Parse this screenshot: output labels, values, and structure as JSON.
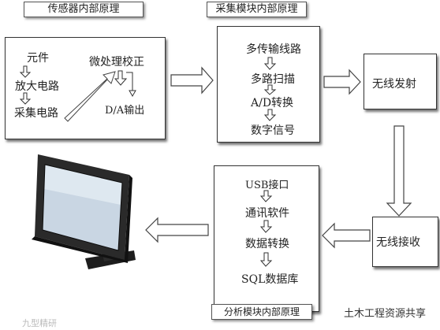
{
  "sensor": {
    "title": "传感器内部原理",
    "element": "元件",
    "amplifier": "放大电路",
    "acquisition": "采集电路",
    "micro": "微处理校正",
    "da": "D/A输出"
  },
  "acq_module": {
    "title": "采集模块内部原理",
    "multi": "多传输线路",
    "scan": "多路扫描",
    "ad": "A/D转换",
    "digital": "数字信号"
  },
  "wireless": {
    "transmit": "无线发射",
    "receive": "无线接收"
  },
  "analysis": {
    "title": "分析模块内部原理",
    "usb": "USB接口",
    "software": "通讯软件",
    "convert": "数据转换",
    "sql": "SQL数据库"
  },
  "watermark": {
    "left": "九型精研",
    "right": "土木工程资源共享"
  }
}
